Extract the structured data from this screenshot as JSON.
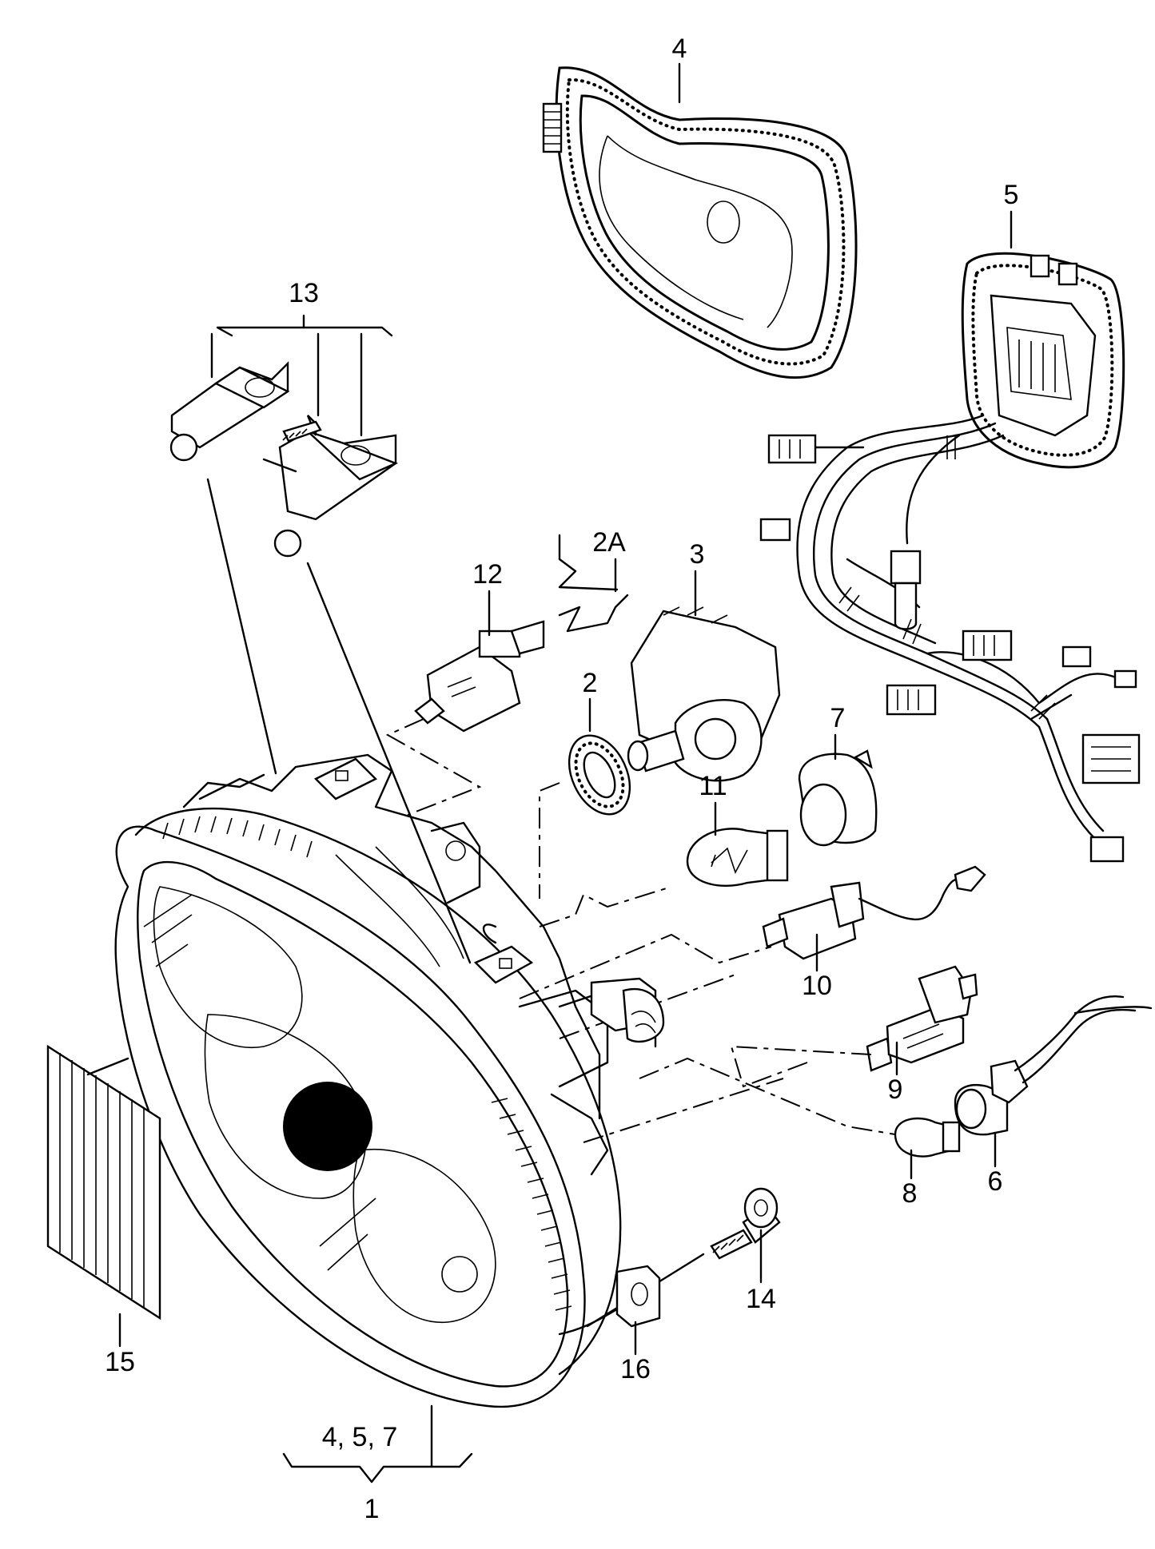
{
  "callouts": {
    "c1": "1",
    "c2": "2",
    "c2a": "2A",
    "c3": "3",
    "c4": "4",
    "c5": "5",
    "c6": "6",
    "c7": "7",
    "c8": "8",
    "c9": "9",
    "c10": "10",
    "c11": "11",
    "c12": "12",
    "c13": "13",
    "c14": "14",
    "c15": "15",
    "c16": "16",
    "c457": "4, 5, 7"
  },
  "colors": {
    "line": "#000000",
    "background": "#ffffff"
  }
}
